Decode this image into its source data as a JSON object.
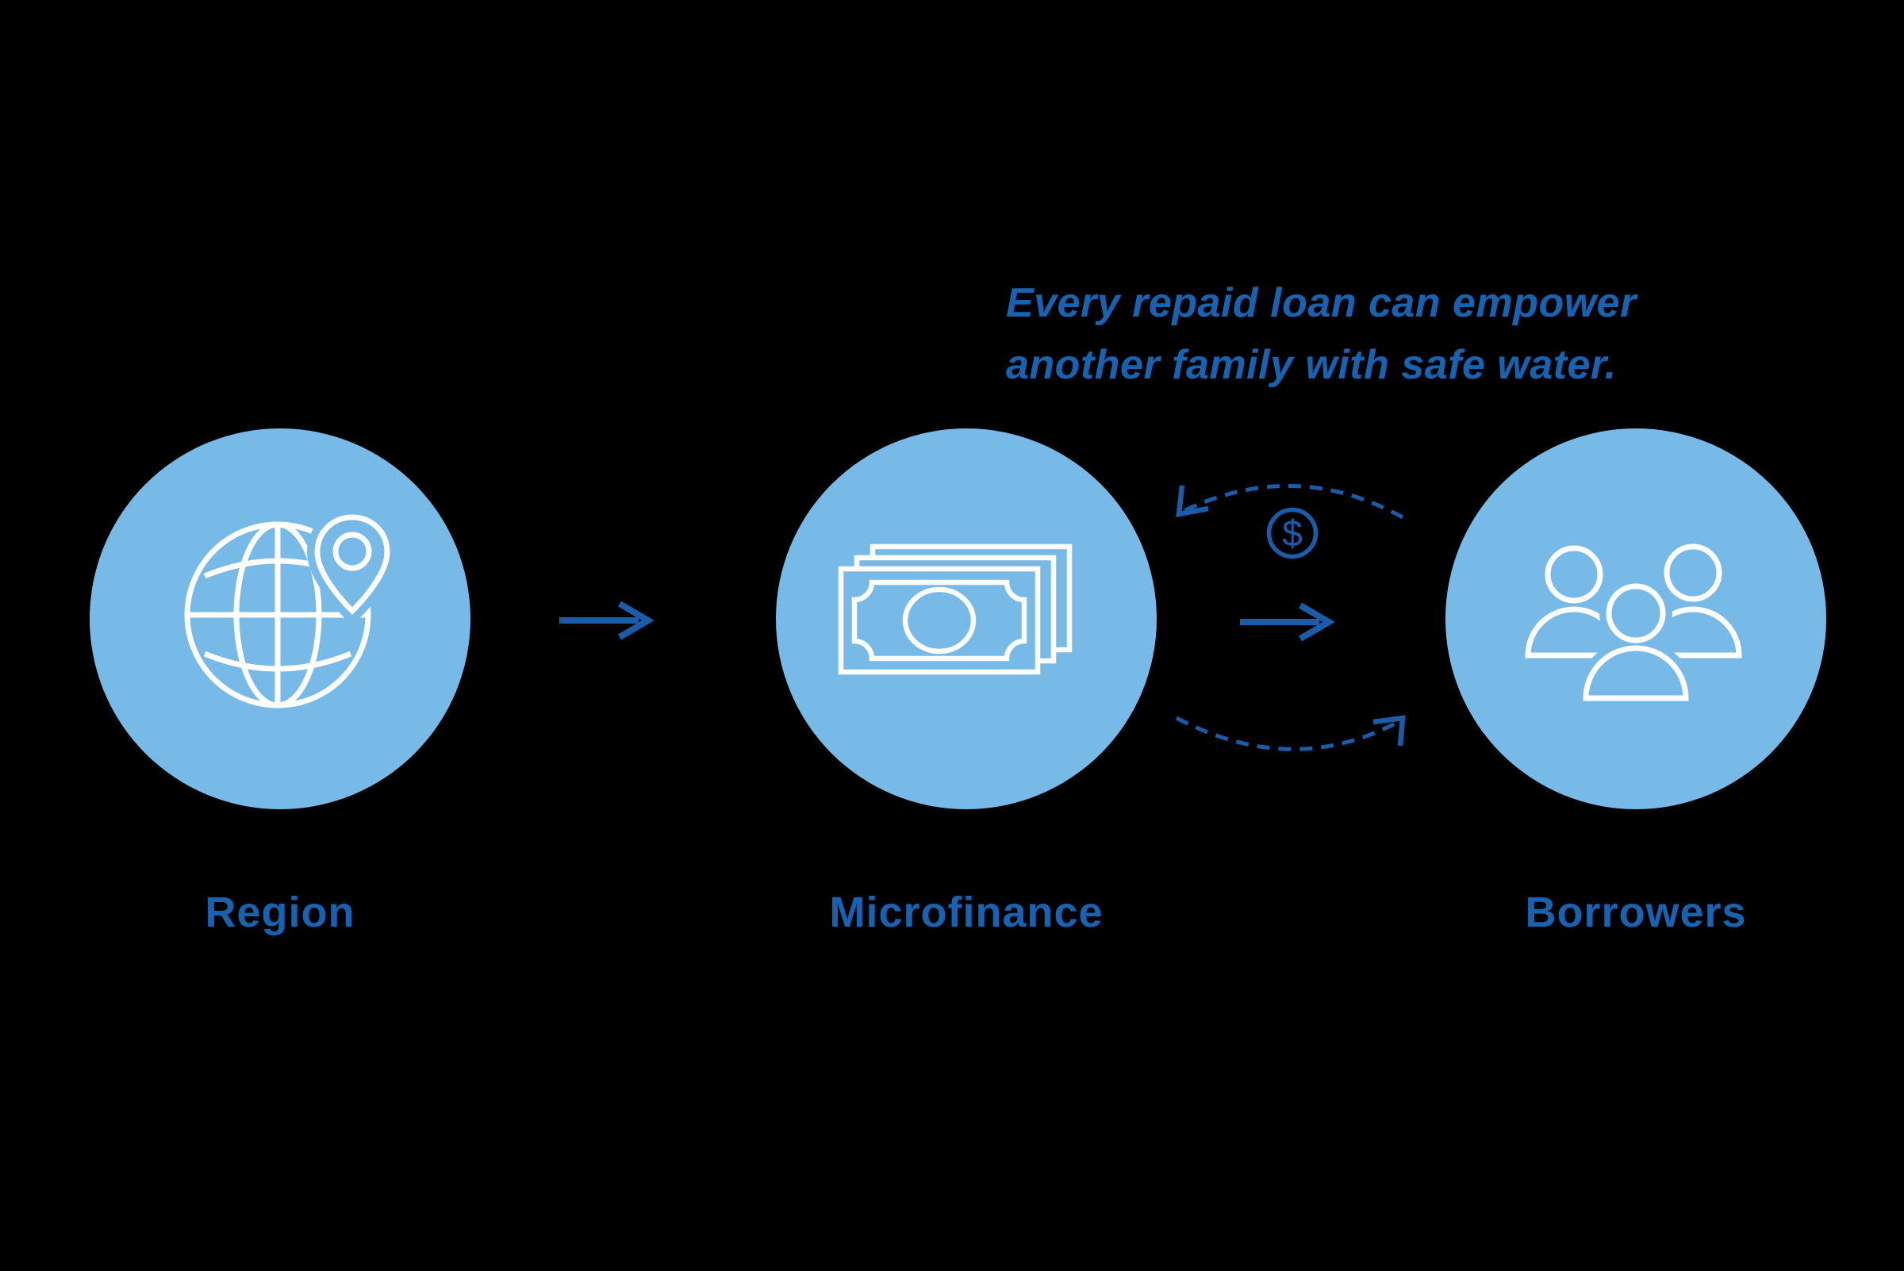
{
  "colors": {
    "background": "#000000",
    "circle_fill": "#77BAE7",
    "icon_stroke": "#FFFFFF",
    "arrow": "#1A5CA8",
    "label_text": "#1763B2",
    "annotation_text": "#1763B2"
  },
  "annotation": {
    "line1": "Every repaid loan can empower",
    "line2": "another family with safe water."
  },
  "nodes": [
    {
      "id": "region",
      "label": "Region",
      "icon": "globe-location-icon"
    },
    {
      "id": "microfinance",
      "label": "Microfinance",
      "icon": "banknotes-icon"
    },
    {
      "id": "borrowers",
      "label": "Borrowers",
      "icon": "people-group-icon"
    }
  ],
  "flow": {
    "currency_symbol": "$"
  }
}
